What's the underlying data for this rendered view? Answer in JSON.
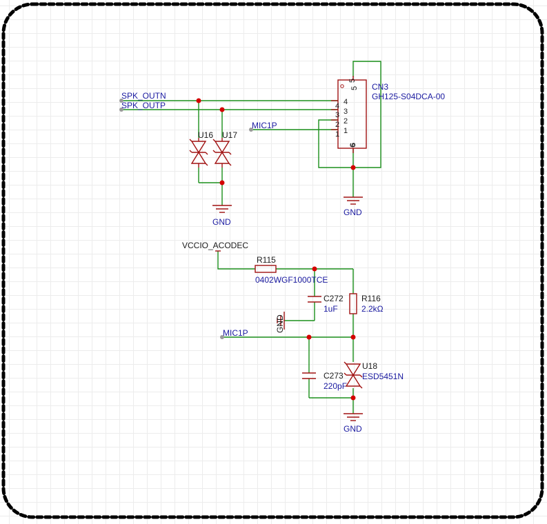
{
  "nets": {
    "spk_outn": "SPK_OUTN",
    "spk_outp": "SPK_OUTP",
    "mic1p_top": "MIC1P",
    "mic1p_bottom": "MIC1P",
    "vccio": "VCCIO_ACODEC",
    "gnd1": "GND",
    "gnd2": "GND",
    "gnd3": "GND",
    "gnd4": "GND"
  },
  "components": {
    "cn3": {
      "ref": "CN3",
      "value": "GH125-S04DCA-00",
      "pins": [
        "5",
        "4",
        "3",
        "2",
        "1",
        "6"
      ],
      "pin_labels": [
        "4",
        "3",
        "2",
        "1",
        "5",
        "6"
      ]
    },
    "u16": {
      "ref": "U16"
    },
    "u17": {
      "ref": "U17"
    },
    "r115": {
      "ref": "R115",
      "value": "0402WGF1000TCE"
    },
    "r116": {
      "ref": "R116",
      "value": "2.2kΩ"
    },
    "c272": {
      "ref": "C272",
      "value": "1uF"
    },
    "c273": {
      "ref": "C273",
      "value": "220pF"
    },
    "u18": {
      "ref": "U18",
      "value": "ESD5451N"
    }
  },
  "colors": {
    "wire": "#1a8f1a",
    "component": "#a01010",
    "junction": "#d40000",
    "net_label": "#1a1aa0",
    "frame": "#000000"
  }
}
